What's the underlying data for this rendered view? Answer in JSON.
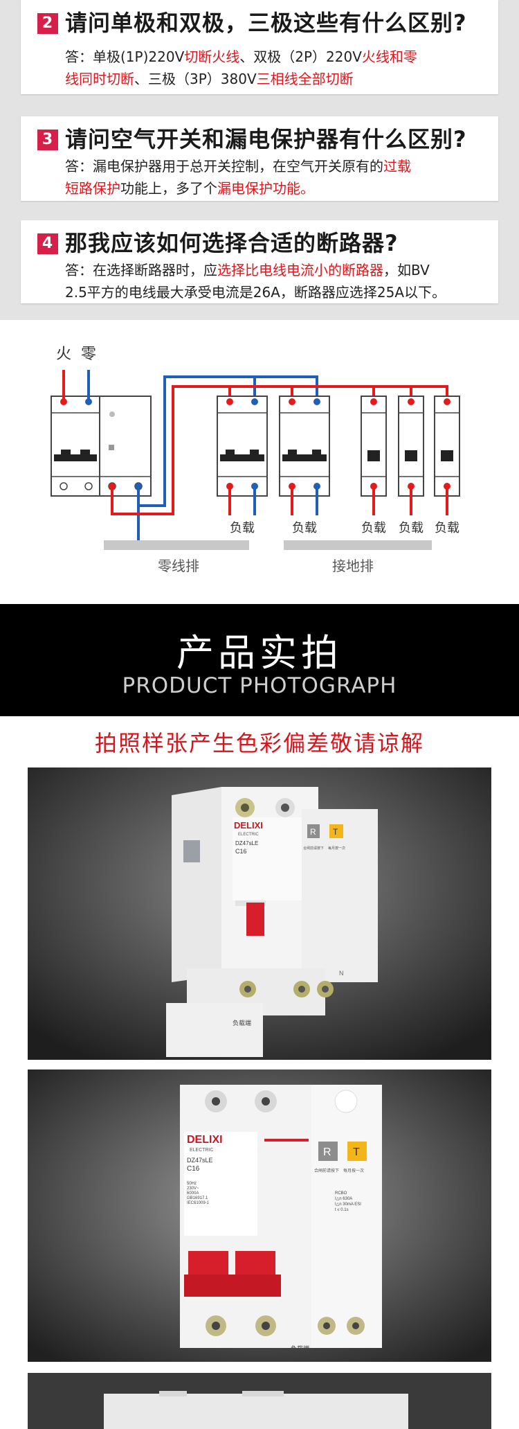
{
  "faq": [
    {
      "num": "2",
      "title": "请问单极和双极，三极这些有什么区别?",
      "line1": [
        "答：单极(1P)220V",
        "切断火线",
        "、双极（2P）220V",
        "火线和零"
      ],
      "line2": [
        "线同时切断",
        "、三极（3P）380V",
        "三相线全部切断",
        ""
      ]
    },
    {
      "num": "3",
      "title": "请问空气开关和漏电保护器有什么区别?",
      "line1": [
        "答：漏电保护器用于总开关控制，在空气开关原有的",
        "过载",
        "",
        ""
      ],
      "line2": [
        "短路保护",
        "功能上，多了个",
        "漏电保护功能。",
        ""
      ]
    },
    {
      "num": "4",
      "title": "那我应该如何选择合适的断路器?",
      "line1": [
        "答：在选择断路器时，应",
        "选择比电线电流小的断路器",
        "，如BV",
        ""
      ],
      "line2": [
        "2.5平方的电线最大承受电流是26A，断路器应选择25A以下。",
        "",
        "",
        ""
      ]
    }
  ],
  "diagram": {
    "fire_label": "火",
    "neutral_label": "零",
    "load_label": "负载",
    "neutral_bar_label": "零线排",
    "ground_bar_label": "接地排",
    "colors": {
      "live": "#e51b1b",
      "neutral": "#1f5fb8",
      "bar": "#c8c8c8"
    }
  },
  "band": {
    "title": "产品实拍",
    "subtitle": "PRODUCT PHOTOGRAPH"
  },
  "notice": "拍照样张产生色彩偏差敬请谅解",
  "photos": {
    "brand": "DELIXI",
    "brand_sub": "ELECTRIC",
    "model": "DZ47sLE",
    "rating": "C16",
    "spec_lines": [
      "50Hz",
      "230V~",
      "6000A",
      "GB16917.1",
      "IEC61009-1"
    ],
    "rcbo_lines": [
      "RCBO",
      "I△n 630A",
      "I△n 30mA ESI",
      "t ≤ 0.1s"
    ],
    "test_label": "T",
    "reset_label": "R",
    "monthly_text": "每月按一次",
    "press_text": "合闸前请按下",
    "load_side": "负载端",
    "n_label": "N"
  }
}
